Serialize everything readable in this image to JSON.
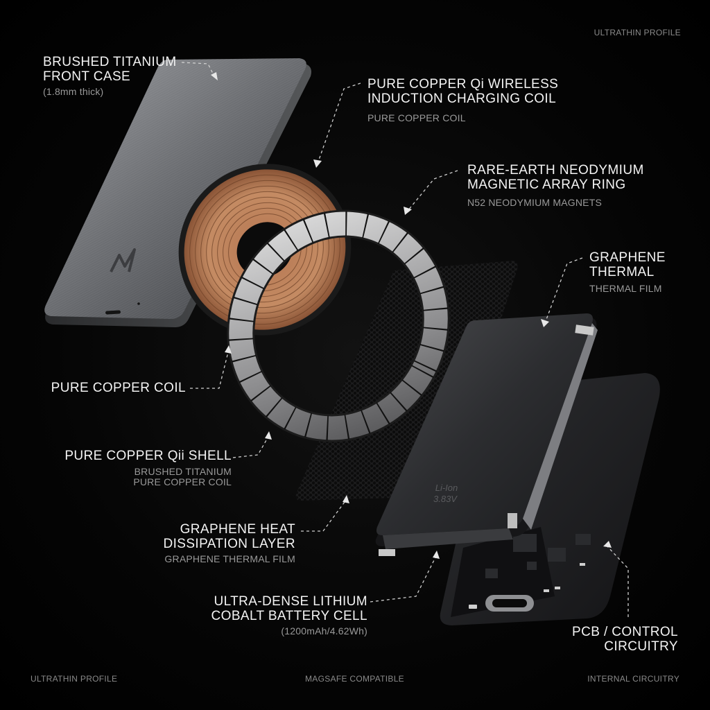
{
  "corners": {
    "top_right": "ULTRATHIN PROFILE",
    "bottom_left": "ULTRATHIN PROFILE",
    "bottom_center": "MAGSAFE COMPATIBLE",
    "bottom_right": "INTERNAL CIRCUITRY"
  },
  "labels": {
    "front_case": {
      "title": "BRUSHED TITANIUM\nFRONT CASE",
      "sub": "(1.8mm thick)"
    },
    "charging_coil": {
      "title": "PURE COPPER Qi WIRELESS\nINDUCTION CHARGING COIL",
      "sub": "PURE COPPER COIL"
    },
    "magnet_ring": {
      "title": "RARE-EARTH NEODYMIUM\nMAGNETIC ARRAY RING",
      "sub": "N52 NEODYMIUM MAGNETS"
    },
    "graphene_thermal": {
      "title": "GRAPHENE\nTHERMAL",
      "sub": "THERMAL FILM"
    },
    "copper_coil": {
      "title": "PURE COPPER COIL"
    },
    "qi_shell": {
      "title": "PURE COPPER Qii SHELL",
      "sub": "BRUSHED TITANIUM\nPURE COPPER COIL"
    },
    "heat_layer": {
      "title": "GRAPHENE HEAT\nDISSIPATION LAYER",
      "sub": "GRAPHENE THERMAL FILM"
    },
    "battery_cell": {
      "title": "ULTRA-DENSE LITHIUM\nCOBALT BATTERY CELL",
      "sub": "(1200mAh/4.62Wh)"
    },
    "pcb": {
      "title": "PCB / CONTROL\nCIRCUITRY"
    }
  },
  "battery_print": {
    "line1": "Li-Ion",
    "line2": "3.83V"
  },
  "brand_mark": "M"
}
